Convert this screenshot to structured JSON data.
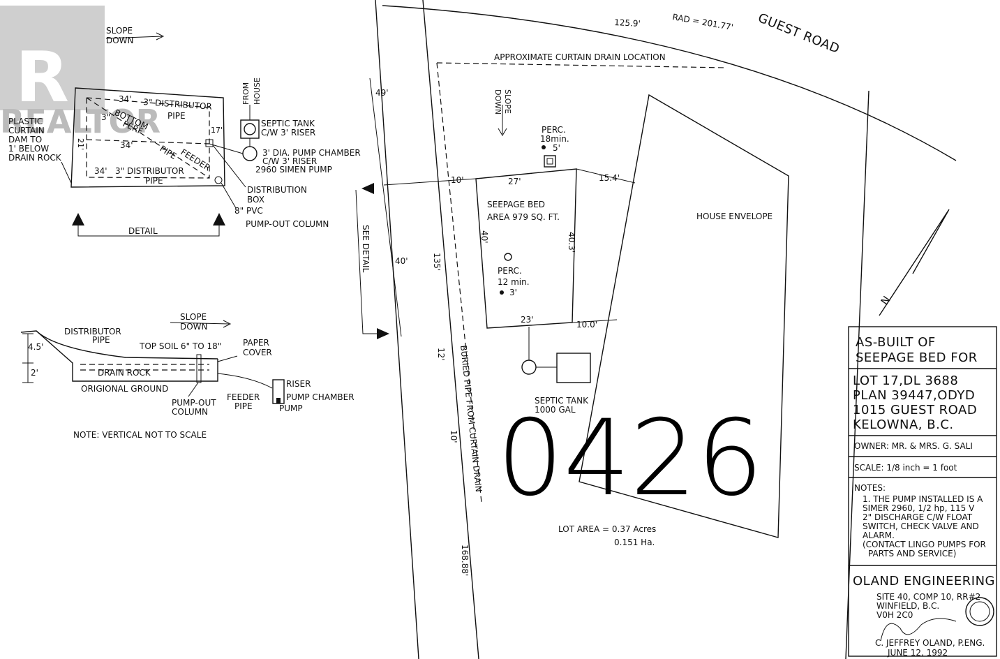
{
  "watermark": "REALTOR",
  "road": {
    "name": "GUEST ROAD",
    "arc_len": "125.9'",
    "radius": "RAD = 201.77'"
  },
  "detail_top": {
    "slope": [
      "SLOPE",
      "DOWN"
    ],
    "dim_top": "34'",
    "pipe_top": [
      "3\" DISTRIBUTOR",
      "PIPE"
    ],
    "dim_mid": "34'",
    "dim_bottom": "34'",
    "pipe_bottom": [
      "3\" DISTRIBUTOR",
      "PIPE"
    ],
    "width_left": "21'",
    "width_right": "17'",
    "bottom_perf": [
      "BOTTOM",
      "PERF"
    ],
    "feeder": [
      "PIPE",
      "FEEDER"
    ],
    "three_in": "3\"",
    "curtain_dam": [
      "PLASTIC",
      "CURTAIN",
      "DAM TO",
      "1' BELOW",
      "DRAIN ROCK"
    ],
    "from_house": [
      "FROM",
      "HOUSE"
    ],
    "septic_tank": [
      "SEPTIC TANK",
      "C/W 3' RISER"
    ],
    "pump_chamber": [
      "3' DIA. PUMP CHAMBER",
      "C/W 3' RISER",
      "2960 SIMEN PUMP"
    ],
    "dist_box": [
      "DISTRIBUTION",
      "BOX"
    ],
    "pvc": [
      "8\" PVC",
      "PUMP-OUT COLUMN"
    ],
    "detail_label": "DETAIL"
  },
  "section": {
    "slope": [
      "SLOPE",
      "DOWN"
    ],
    "distributor": [
      "DISTRIBUTOR",
      "PIPE"
    ],
    "top_soil": "TOP SOIL 6\" TO 18\"",
    "paper": [
      "PAPER",
      "COVER"
    ],
    "drain_rock": "DRAIN ROCK",
    "ground": "ORIGIONAL GROUND",
    "h1": "4.5'",
    "h2": "2'",
    "pump_out": [
      "PUMP-OUT",
      "COLUMN"
    ],
    "feeder": [
      "FEEDER",
      "PIPE"
    ],
    "riser": "RISER",
    "pump_chamber": "PUMP CHAMBER",
    "pump": "PUMP",
    "note": "NOTE: VERTICAL NOT TO SCALE"
  },
  "site": {
    "curtain_drain": "APPROXIMATE CURTAIN DRAIN LOCATION",
    "slope": [
      "SLOPE",
      "DOWN"
    ],
    "perc1": [
      "PERC.",
      "18min.",
      "5'"
    ],
    "dim_49": "49'",
    "dim_10a": "10'",
    "dim_27": "27'",
    "dim_154": "15.4'",
    "seepage": [
      "SEEPAGE BED",
      "AREA 979 SQ. FT."
    ],
    "dim_40a": "40'",
    "dim_403": "40.3'",
    "see_detail": "SEE DETAIL",
    "dim_40b": "40'",
    "dim_135": "135'",
    "perc2": [
      "PERC.",
      "12 min.",
      "3'"
    ],
    "dim_23": "23'",
    "dim_100": "10.0'",
    "dim_12": "12'",
    "buried": "BURIED PIPE FROM CURTAIN DRAIN",
    "septic": [
      "SEPTIC TANK",
      "1000 GAL"
    ],
    "dim_10b": "10'",
    "house": "HOUSE ENVELOPE",
    "lot_area": [
      "LOT AREA = 0.37 Acres",
      "0.151 Ha."
    ],
    "dim_16888": "168.88'",
    "north": "N",
    "handwritten": "0426"
  },
  "title_block": {
    "title": [
      "AS-BUILT OF",
      "SEEPAGE BED FOR"
    ],
    "lot": [
      "LOT 17,DL 3688",
      "PLAN 39447,ODYD",
      "1015 GUEST ROAD",
      "KELOWNA, B.C."
    ],
    "owner": "OWNER: MR. & MRS. G. SALI",
    "scale": "SCALE: 1/8 inch = 1 foot",
    "notes_head": "NOTES:",
    "notes": [
      "1. THE PUMP INSTALLED IS A",
      "SIMER 2960, 1/2 hp, 115 V",
      "2\" DISCHARGE C/W FLOAT",
      "SWITCH, CHECK VALVE AND",
      "ALARM.",
      "(CONTACT LINGO PUMPS FOR",
      "PARTS AND SERVICE)"
    ],
    "firm": "OLAND ENGINEERING",
    "address": [
      "SITE 40, COMP 10, RR#2",
      "WINFIELD, B.C.",
      "V0H 2C0"
    ],
    "engineer": "C. JEFFREY OLAND, P.ENG.",
    "date": "JUNE 12, 1992"
  }
}
